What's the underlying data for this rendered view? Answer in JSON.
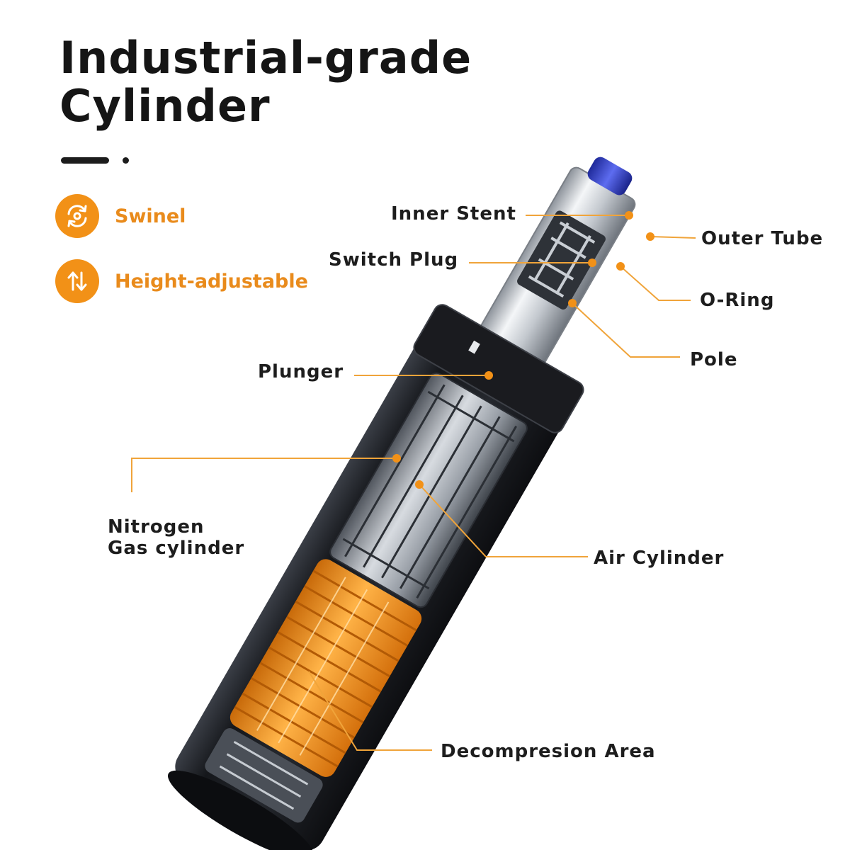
{
  "title": {
    "line1": "Industrial-grade",
    "line2": "Cylinder"
  },
  "features": [
    {
      "label": "Swinel",
      "icon": "swivel-icon"
    },
    {
      "label": "Height-adjustable",
      "icon": "height-adjust-icon"
    }
  ],
  "callouts": {
    "inner_stent": "Inner Stent",
    "outer_tube": "Outer Tube",
    "switch_plug": "Switch Plug",
    "o_ring": "O-Ring",
    "pole": "Pole",
    "plunger": "Plunger",
    "nitrogen_line1": "Nitrogen",
    "nitrogen_line2": "Gas cylinder",
    "air_cylinder": "Air Cylinder",
    "decompression_area": "Decompresion Area"
  },
  "colors": {
    "accent": "#f29117",
    "leader": "#f0a43a",
    "text": "#1d1d1d",
    "cylinder_body": "#1b1d22",
    "cap": "#3a4bd0",
    "gas_chamber": "#f5901c"
  }
}
